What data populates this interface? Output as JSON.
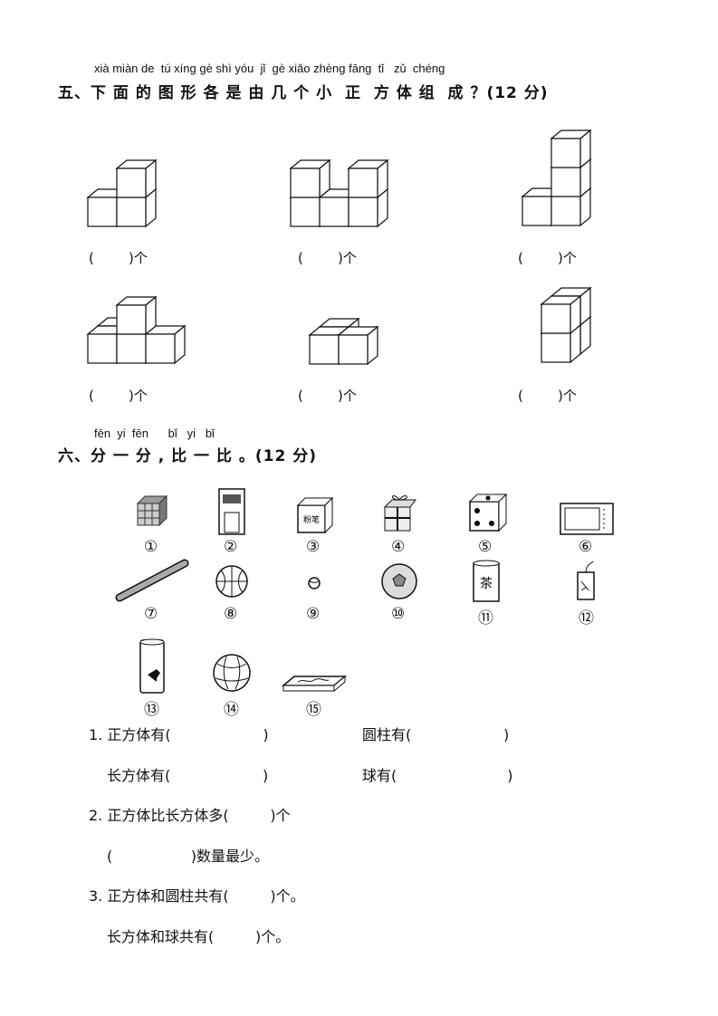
{
  "section5": {
    "pinyin": "xià miàn de  tú xíng gè shì yóu  jǐ  gè xiǎo zhèng fāng  tǐ   zǔ  chéng",
    "title": "五、下 面 的 图 形 各 是 由 几 个 小  正  方 体 组  成 ？(12 分)",
    "answer_label": "(        )个"
  },
  "section6": {
    "pinyin": "fēn  yi  fēn      bǐ   yi   bǐ",
    "title": "六、分 一 分 , 比 一 比 。(12 分)",
    "items": [
      {
        "num": "①",
        "icon": "rubiks-cube"
      },
      {
        "num": "②",
        "icon": "computer-tower"
      },
      {
        "num": "③",
        "icon": "chalk-box",
        "text": "粉笔"
      },
      {
        "num": "④",
        "icon": "gift-box"
      },
      {
        "num": "⑤",
        "icon": "dice"
      },
      {
        "num": "⑥",
        "icon": "microwave"
      },
      {
        "num": "⑦",
        "icon": "stick"
      },
      {
        "num": "⑧",
        "icon": "basketball"
      },
      {
        "num": "⑨",
        "icon": "small-ball"
      },
      {
        "num": "⑩",
        "icon": "soccer-ball"
      },
      {
        "num": "⑪",
        "icon": "tea-can",
        "text": "茶"
      },
      {
        "num": "⑫",
        "icon": "firecracker"
      },
      {
        "num": "⑬",
        "icon": "shuttlecock-tube"
      },
      {
        "num": "⑭",
        "icon": "beach-ball"
      },
      {
        "num": "⑮",
        "icon": "book"
      }
    ],
    "questions": {
      "q1a": "1. 正方体有(                    )",
      "q1b": "圆柱有(                    )",
      "q1c": "长方体有(                    )",
      "q1d": "球有(                        )",
      "q2a": "2. 正方体比长方体多(         )个",
      "q2b": "(                 )数量最少。",
      "q3a": "3. 正方体和圆柱共有(         )个。",
      "q3b": "长方体和球共有(         )个。"
    }
  }
}
